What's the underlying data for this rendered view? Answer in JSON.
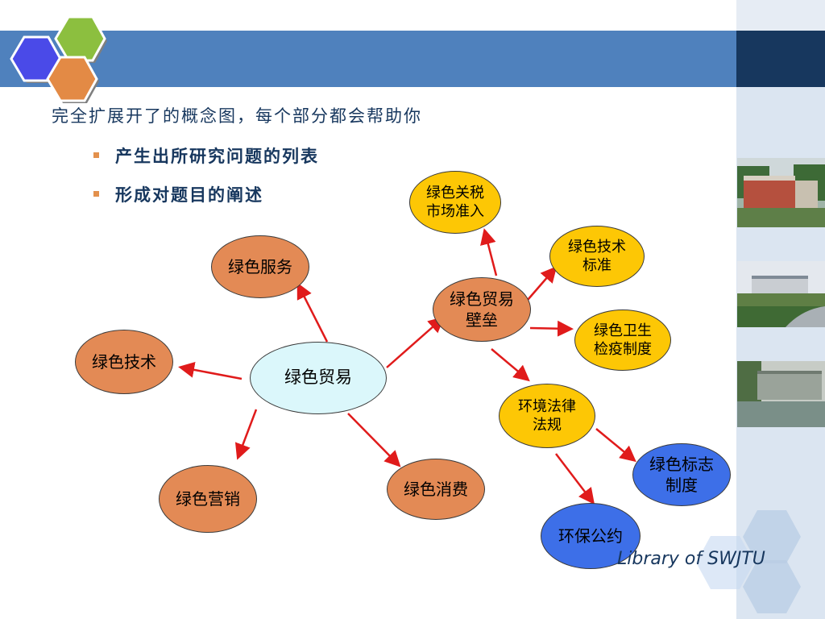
{
  "intro": "完全扩展开了的概念图，每个部分都会帮助你",
  "bullets": [
    "产生出所研究问题的列表",
    "形成对题目的阐述"
  ],
  "nodes": {
    "center": "绿色贸易",
    "service": "绿色服务",
    "tech": "绿色技术",
    "marketing": "绿色营销",
    "consumption": "绿色消费",
    "barrier": "绿色贸易\n壁垒",
    "tariff": "绿色关税\n市场准入",
    "tech_standard": "绿色技术\n标准",
    "sanitary": "绿色卫生\n检疫制度",
    "env_law": "环境法律\n法规",
    "label_system": "绿色标志\n制度",
    "env_treaty": "环保公约"
  },
  "footer": "Library of SWJTU",
  "colors": {
    "header": "#4f81bd",
    "header_dark": "#17375e",
    "orange_node": "#e38a55",
    "yellow_node": "#fdc705",
    "blue_node": "#3d6fe8",
    "center_node": "#dbf7fb",
    "arrow": "#e01b1b",
    "bullet_marker": "#e3914d"
  },
  "icons": [
    "hexagon-logo-icon",
    "hexagon-decoration-icon"
  ]
}
